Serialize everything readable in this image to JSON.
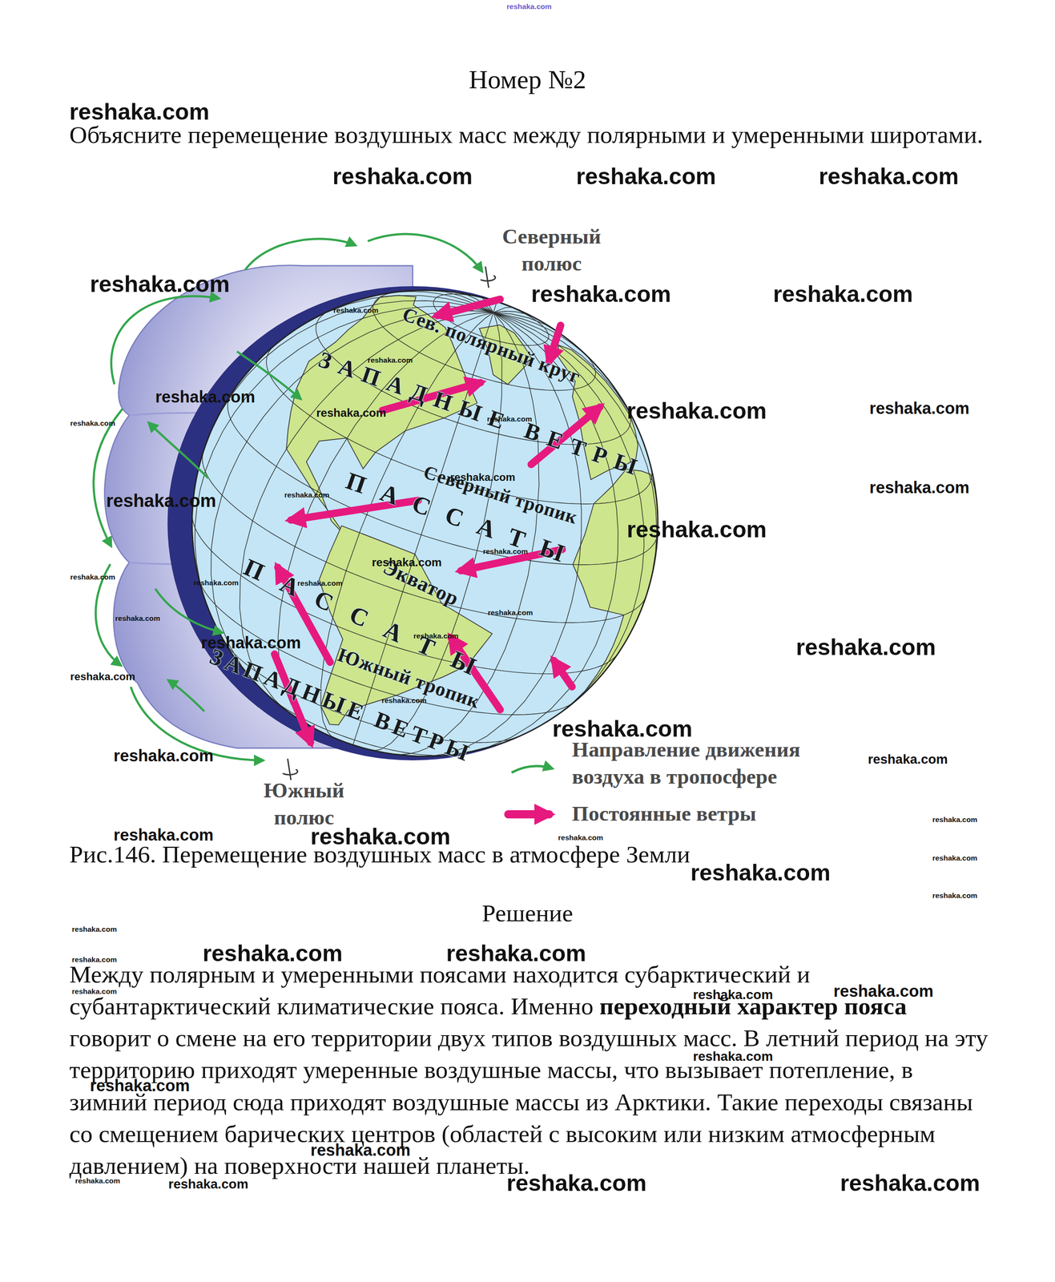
{
  "diagram": {
    "title": "Номер №2",
    "caption": "Рис.146. Перемещение воздушных масс в атмосфере Земли",
    "labels": [
      "Объясните перемещение воздушных масс между полярными и умеренными широтами.",
      "Решение",
      "Между полярным и умеренными поясами находится субарктический и субантарктический климатические пояса. Именно",
      "переходный характер пояса",
      "говорит о смене на его территории двух типов воздушных масс. В летний период на эту территорию приходят умеренные воздушные массы, что вызывает потепление, в зимний период сюда приходят воздушные массы из Арктики. Такие переходы связаны со смещением барических центров (областей с высоким или низким атмосферным давлением) на поверхности нашей планеты.",
      "Северный полюс",
      "Сев. полярный круг",
      "ЗАПАДНЫЕ ВЕТРЫ",
      "ПАССАТЫ",
      "Северный тропик",
      "Экватор",
      "ПАССАТЫ",
      "Южный тропик",
      "ЗАПАДНЫЕ ВЕТРЫ",
      "Южный полюс",
      "reshaka.com",
      "reshaka.com",
      "reshaka.com",
      "reshaka.com",
      "reshaka.com",
      "reshaka.com",
      "reshaka.com",
      "reshaka.com",
      "reshaka.com",
      "reshaka.com",
      "reshaka.com",
      "reshaka.com",
      "reshaka.com",
      "reshaka.com",
      "reshaka.com",
      "reshaka.com",
      "reshaka.com",
      "reshaka.com",
      "reshaka.com",
      "reshaka.com",
      "reshaka.com",
      "reshaka.com",
      "reshaka.com",
      "reshaka.com",
      "reshaka.com",
      "reshaka.com",
      "reshaka.com",
      "reshaka.com",
      "reshaka.com",
      "reshaka.com",
      "reshaka.com",
      "reshaka.com",
      "reshaka.com",
      "reshaka.com",
      "reshaka.com",
      "reshaka.com",
      "reshaka.com",
      "reshaka.com",
      "reshaka.com",
      "reshaka.com",
      "reshaka.com",
      "reshaka.com",
      "reshaka.com",
      "reshaka.com",
      "reshaka.com",
      "reshaka.com",
      "reshaka.com",
      "reshaka.com",
      "reshaka.com",
      "reshaka.com",
      "reshaka.com",
      "reshaka.com",
      "reshaka.com",
      "reshaka.com",
      "reshaka.com",
      "reshaka.com",
      "reshaka.com"
    ],
    "legend": [
      {
        "text": "Направление движения воздуха в тропосфере"
      },
      {
        "text": "Постоянные ветры"
      }
    ]
  }
}
